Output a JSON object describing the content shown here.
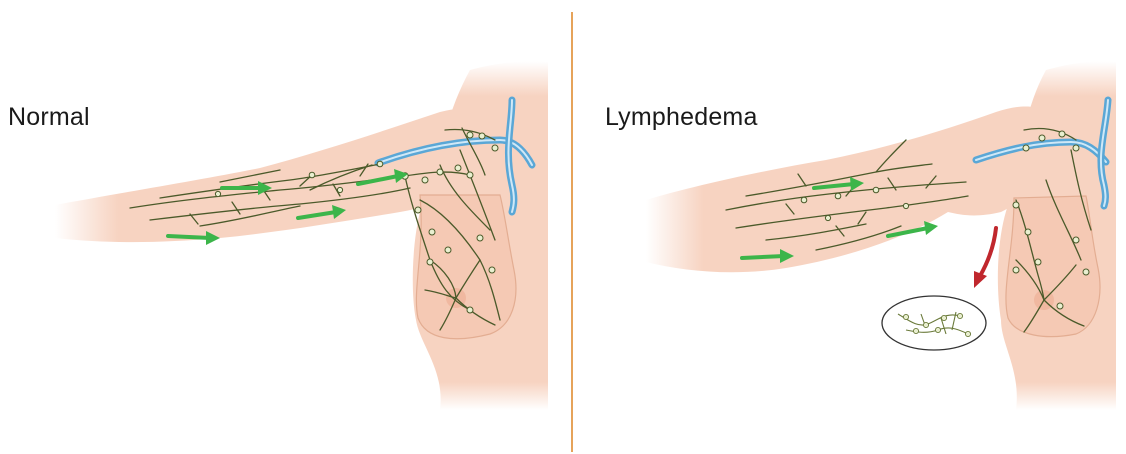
{
  "panels": {
    "normal": {
      "label": "Normal"
    },
    "lymphedema": {
      "label": "Lymphedema"
    }
  },
  "colors": {
    "skin": "#f7d3c1",
    "skin_edge": "#e8b9a0",
    "lymph_vessel": "#4b5a2a",
    "flow_arrow": "#3cb54a",
    "blocked_arrow": "#c0272d",
    "vein": "#5aa7d6",
    "divider": "#e6a35a"
  },
  "icons": [
    "flow-arrow",
    "blocked-flow-arrow",
    "lymph-node",
    "damaged-lymph-nodes-inset"
  ]
}
